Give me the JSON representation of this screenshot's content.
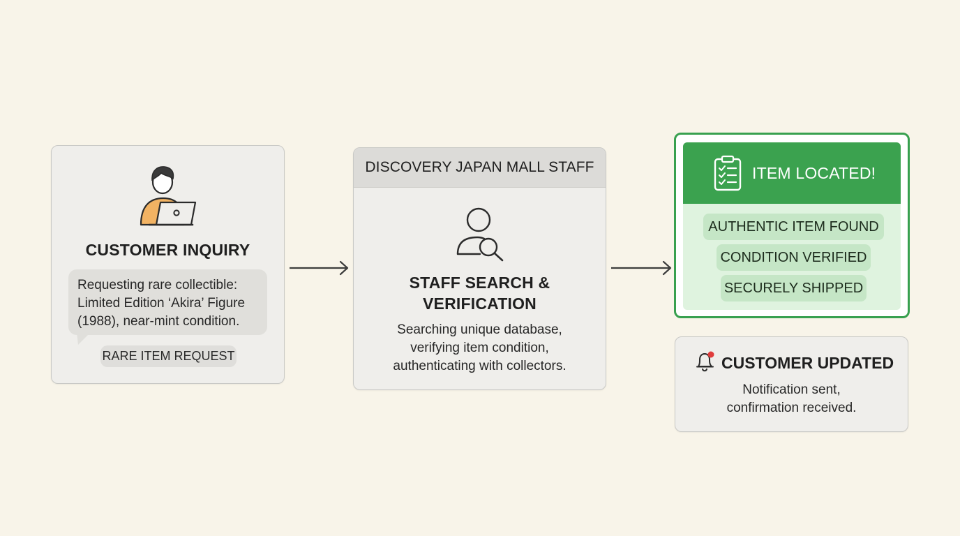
{
  "inquiry": {
    "title": "CUSTOMER INQUIRY",
    "message_lines": [
      "Requesting rare collectible:",
      "Limited Edition ‘Akira’ Figure",
      "(1988), near-mint condition."
    ],
    "tag": "RARE ITEM REQUEST",
    "icon": "person-laptop-icon"
  },
  "staff": {
    "header": "DISCOVERY JAPAN MALL STAFF",
    "title_lines": [
      "STAFF SEARCH &",
      "VERIFICATION"
    ],
    "description_lines": [
      "Searching unique database,",
      "verifying item condition,",
      "authenticating with collectors."
    ],
    "icon": "person-search-icon"
  },
  "located": {
    "header": "ITEM LOCATED!",
    "icon": "clipboard-checklist-icon",
    "badges": [
      "AUTHENTIC ITEM FOUND",
      "CONDITION VERIFIED",
      "SECURELY SHIPPED"
    ]
  },
  "updated": {
    "title": "CUSTOMER UPDATED",
    "icon": "bell-notification-icon",
    "description_lines": [
      "Notification sent,",
      "confirmation received."
    ]
  },
  "colors": {
    "background": "#f8f4e9",
    "card": "#efeeeb",
    "accent_green": "#3ba24f",
    "light_green": "#dff3df",
    "person_orange": "#f2b363",
    "notification_red": "#e03c3c"
  }
}
